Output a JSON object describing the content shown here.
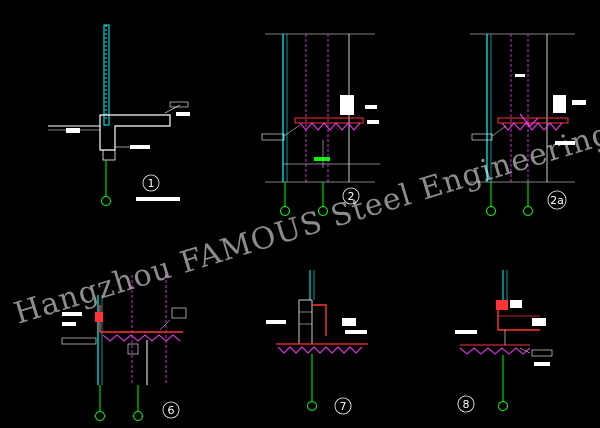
{
  "watermark": {
    "text": "Hangzhou FAMOUS Steel Engineering Co., Ltd."
  },
  "details": [
    {
      "id": "d1",
      "number": "1"
    },
    {
      "id": "d2",
      "number": "2"
    },
    {
      "id": "d2a",
      "number": "2a"
    },
    {
      "id": "d6",
      "number": "6"
    },
    {
      "id": "d7",
      "number": "7"
    },
    {
      "id": "d8",
      "number": "8"
    }
  ],
  "colors": {
    "background": "#000000",
    "wall": "#00ffff",
    "steel": "#ff3333",
    "deck": "#ff33ff",
    "gridline": "#00ff00",
    "label": "#ffffff",
    "dim_cyan": "#00cccc"
  }
}
